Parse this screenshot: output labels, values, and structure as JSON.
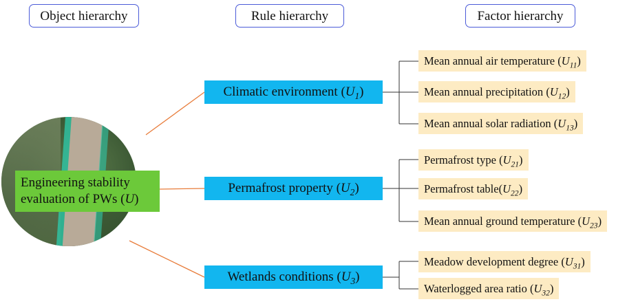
{
  "headers": {
    "object": "Object hierarchy",
    "rule": "Rule hierarchy",
    "factor": "Factor hierarchy"
  },
  "goal": {
    "text": "Engineering stability evaluation of PWs",
    "symbol": "U",
    "sub": ""
  },
  "rules": [
    {
      "text": "Climatic environment",
      "symbol": "U",
      "sub": "1",
      "factors": [
        {
          "text": "Mean annual air temperature",
          "symbol": "U",
          "sub": "11"
        },
        {
          "text": "Mean annual precipitation",
          "symbol": "U",
          "sub": "12"
        },
        {
          "text": "Mean annual solar radiation",
          "symbol": "U",
          "sub": "13"
        }
      ]
    },
    {
      "text": "Permafrost property",
      "symbol": "U",
      "sub": "2",
      "factors": [
        {
          "text": "Permafrost type",
          "symbol": "U",
          "sub": "21"
        },
        {
          "text": "Permafrost table",
          "symbol": "U",
          "sub": "22",
          "nospace": true
        },
        {
          "text": "Mean annual ground temperature",
          "symbol": "U",
          "sub": "23"
        }
      ]
    },
    {
      "text": "Wetlands conditions",
      "symbol": "U",
      "sub": "3",
      "factors": [
        {
          "text": "Meadow development degree",
          "symbol": "U",
          "sub": "31"
        },
        {
          "text": "Waterlogged area ratio",
          "symbol": "U",
          "sub": "32"
        }
      ]
    }
  ],
  "colors": {
    "header_border": "#4a5ad8",
    "goal_fill": "#6cc93a",
    "rule_fill": "#12b6ef",
    "factor_fill": "#fdebc3",
    "connector": "#e87c3a"
  }
}
